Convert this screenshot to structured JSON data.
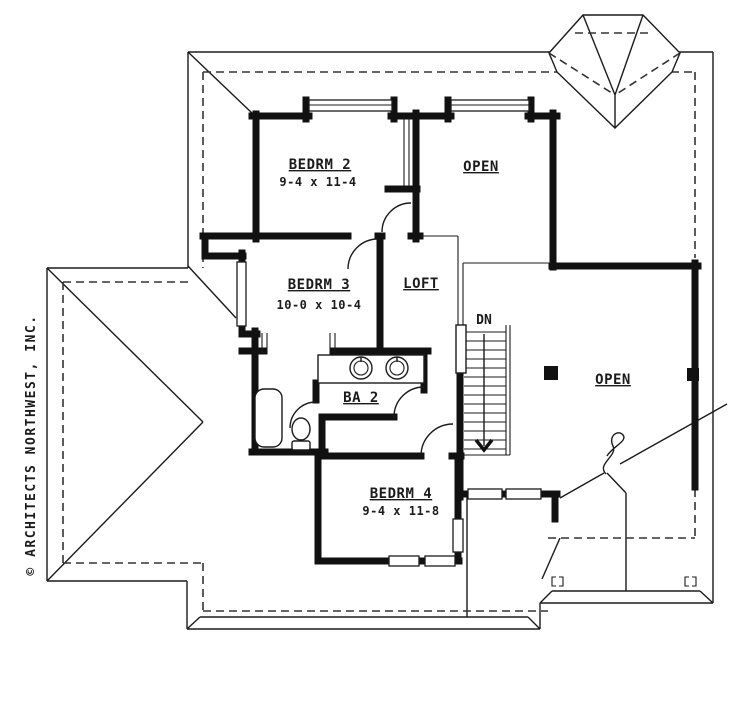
{
  "page": {
    "background": "#ffffff",
    "ink": "#1b1b1b",
    "wall_color": "#111111"
  },
  "plan": {
    "copyright": "© ARCHITECTS NORTHWEST, INC.",
    "labels": {
      "bedrm2_name": "BEDRM 2",
      "bedrm2_dims": "9-4 x 11-4",
      "open_upper": "OPEN",
      "bedrm3_name": "BEDRM 3",
      "bedrm3_dims": "10-0 x 10-4",
      "loft": "LOFT",
      "stairs_dn": "DN",
      "open_right": "OPEN",
      "bath2": "BA 2",
      "bedrm4_name": "BEDRM 4",
      "bedrm4_dims": "9-4 x 11-8"
    }
  }
}
